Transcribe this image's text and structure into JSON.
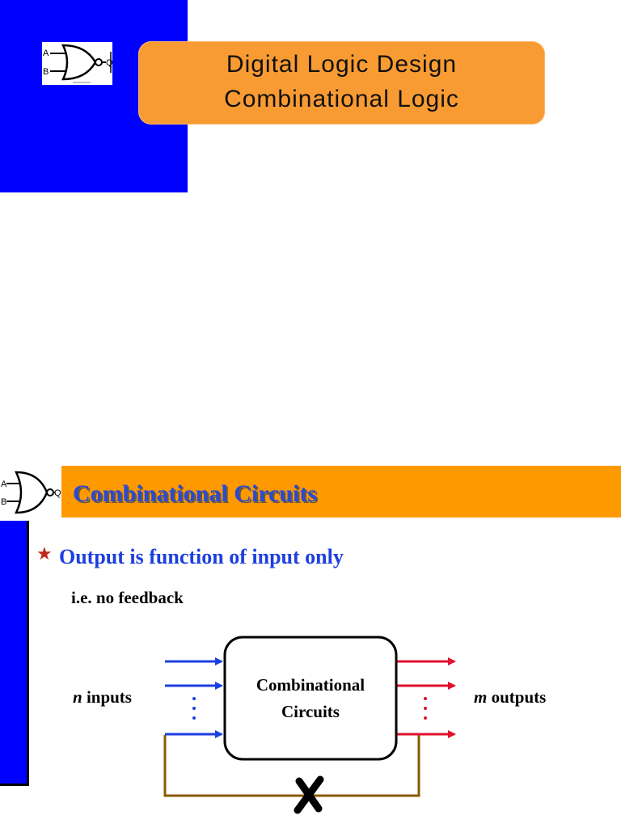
{
  "slide1": {
    "title_line1": "Digital Logic Design",
    "title_line2": "Combinational Logic",
    "gate_icon_labels": {
      "a": "A",
      "b": "B",
      "q": "Q"
    }
  },
  "slide2": {
    "header_title": "Combinational Circuits",
    "gate_icon_labels": {
      "a": "A",
      "b": "B",
      "q": "Q"
    },
    "bullet": "Output is function of input only",
    "subtext": "i.e. no feedback",
    "diagram": {
      "box_line1": "Combinational",
      "box_line2": "Circuits",
      "inputs_var": "n",
      "inputs_label": " inputs",
      "outputs_var": "m",
      "outputs_label": " outputs"
    }
  },
  "colors": {
    "blue_panel": "#0000ff",
    "title_box": "#f99b33",
    "header_bar": "#ff9900",
    "input_arrows": "#1d3fe0",
    "output_arrows": "#e0102e",
    "feedback_line": "#8b5a00"
  }
}
